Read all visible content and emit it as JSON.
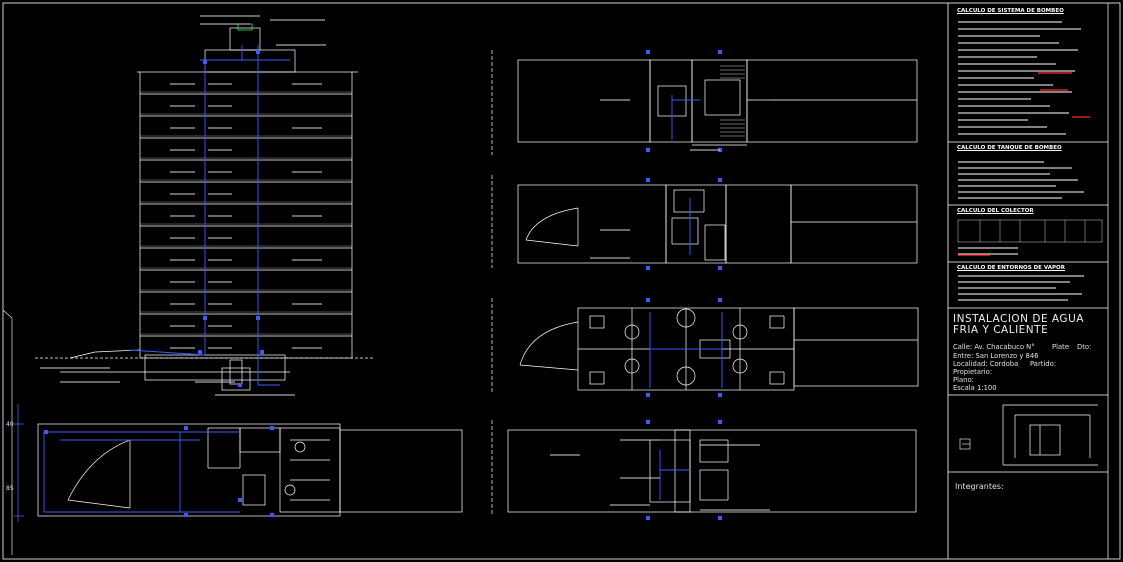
{
  "title_block": {
    "sections": [
      "CALCULO DE SISTEMA DE BOMBEO",
      "CALCULO DE TANQUE DE BOMBEO",
      "CALCULO DEL COLECTOR",
      "CALCULO DE ENTORNOS DE VAPOR"
    ],
    "project_title": "INSTALACION DE AGUA FRIA Y CALIENTE",
    "street_label": "Calle: Av. Chacabuco N°",
    "plate_label": "Plate",
    "dto_label": "Dto:",
    "between_label": "Entre: San Lorenzo y 846",
    "locality_label": "Localidad: Cordoba",
    "district_label": "Partido:",
    "owner_label": "Propietario:",
    "plan_label": "Plano:",
    "scale_label": "Escala 1:100",
    "members_label": "Integrantes:"
  },
  "colors": {
    "background": "#000000",
    "lines": "#ffffff",
    "water_pipe": "#3a5cff",
    "dim": "#4a6aff",
    "accent_red": "#ff2a2a",
    "accent_green": "#2aff5a"
  }
}
